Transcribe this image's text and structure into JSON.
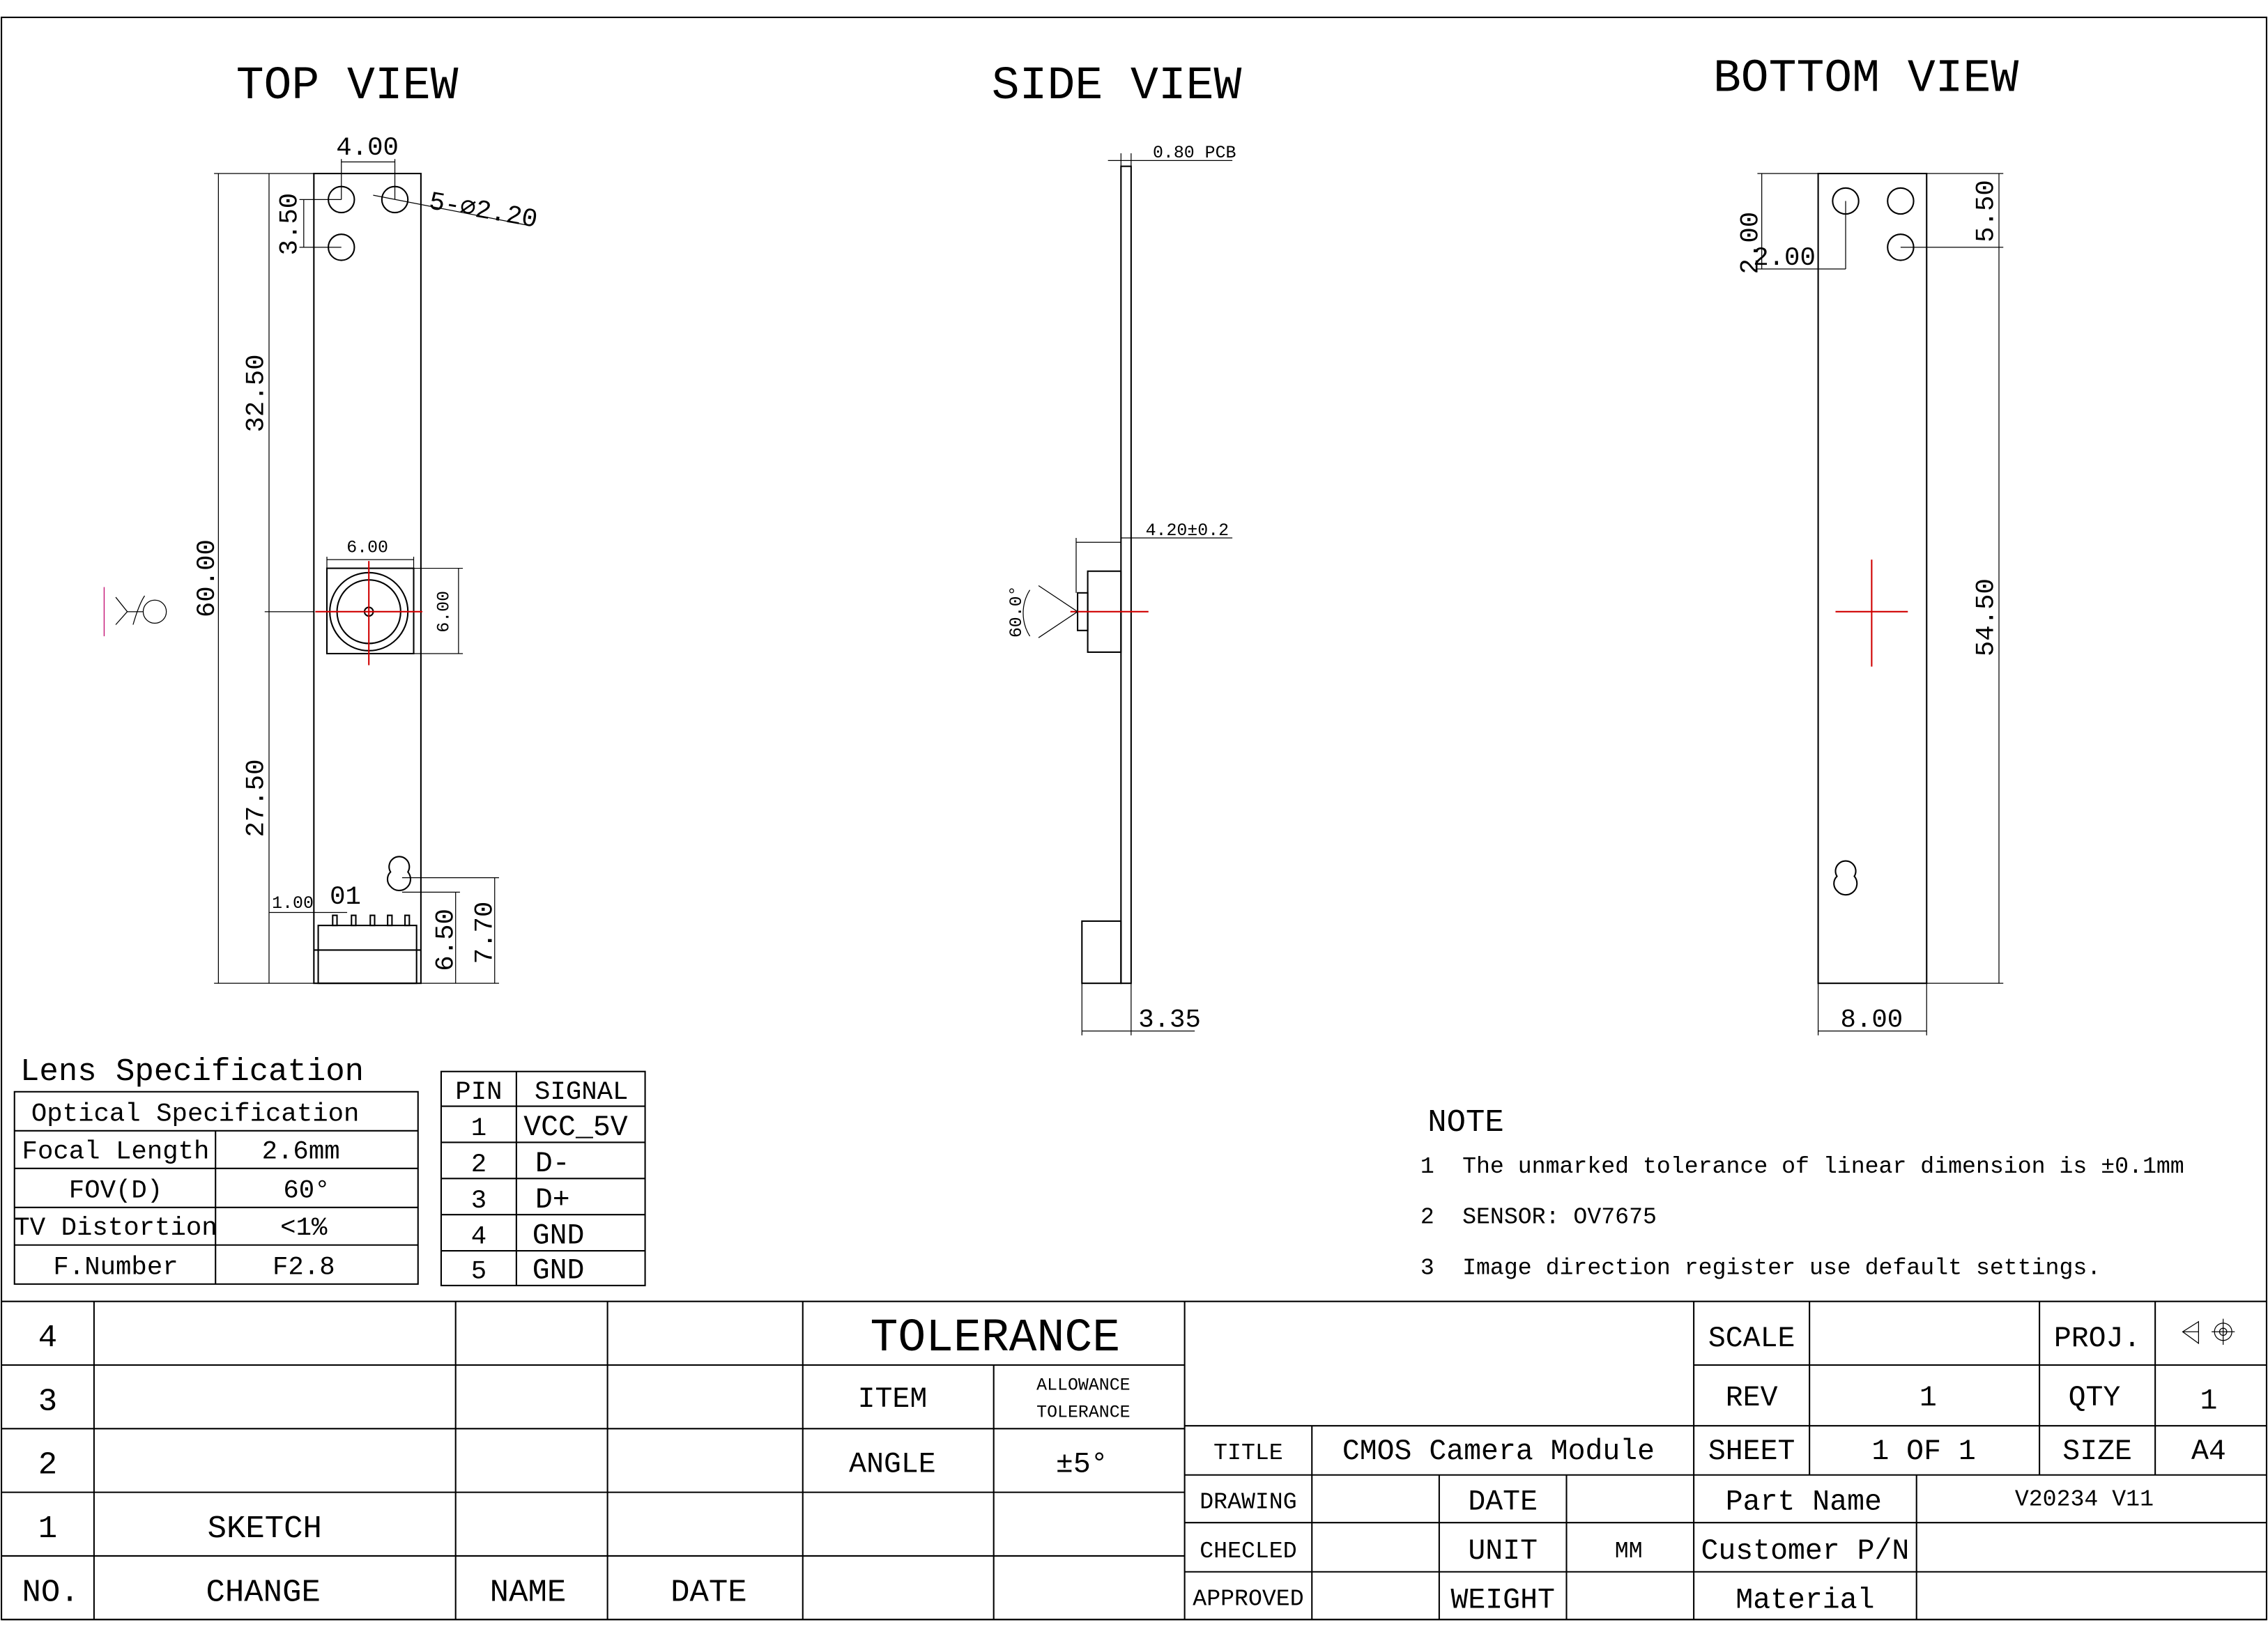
{
  "views": {
    "top": "TOP VIEW",
    "side": "SIDE VIEW",
    "bottom": "BOTTOM VIEW"
  },
  "top_dims": {
    "w400": "4.00",
    "holes": "5-⌀2.20",
    "d350": "3.50",
    "d3250": "32.50",
    "d6000": "60.00",
    "d2750": "27.50",
    "lens_w": "6.00",
    "lens_h": "6.00",
    "d100": "1.00",
    "pin1": "01",
    "d650": "6.50",
    "d770": "7.70"
  },
  "side_dims": {
    "pcb": "0.80 PCB",
    "lens_h": "4.20±0.2",
    "angle": "60.0°",
    "d335": "3.35"
  },
  "bottom_dims": {
    "d200a": "2.00",
    "d200b": "2.00",
    "d550": "5.50",
    "d5450": "54.50",
    "d800": "8.00"
  },
  "lens_spec": {
    "title": "Lens Specification",
    "header": "Optical Specification",
    "rows": [
      {
        "k": "Focal Length",
        "v": "2.6mm"
      },
      {
        "k": "FOV(D)",
        "v": "60°"
      },
      {
        "k": "TV Distortion",
        "v": "<1%"
      },
      {
        "k": "F.Number",
        "v": "F2.8"
      }
    ]
  },
  "pin_table": {
    "headers": [
      "PIN",
      "SIGNAL"
    ],
    "rows": [
      [
        "1",
        "VCC_5V"
      ],
      [
        "2",
        "D-"
      ],
      [
        "3",
        "D+"
      ],
      [
        "4",
        "GND"
      ],
      [
        "5",
        "GND"
      ]
    ]
  },
  "notes": {
    "title": "NOTE",
    "items": [
      {
        "n": "1",
        "t": "The unmarked tolerance of linear dimension is ±0.1mm"
      },
      {
        "n": "2",
        "t": "SENSOR: OV7675"
      },
      {
        "n": "3",
        "t": "Image direction register use default settings."
      }
    ]
  },
  "revisions": {
    "rows": [
      "4",
      "3",
      "2",
      "1"
    ],
    "row1_change": "SKETCH",
    "headers": {
      "no": "NO.",
      "change": "CHANGE",
      "name": "NAME",
      "date": "DATE"
    }
  },
  "tolerance": {
    "title": "TOLERANCE",
    "item": "ITEM",
    "allow1": "ALLOWANCE",
    "allow2": "TOLERANCE",
    "angle": "ANGLE",
    "angle_val": "±5°"
  },
  "title_block": {
    "scale": "SCALE",
    "proj": "PROJ.",
    "rev": "REV",
    "rev_val": "1",
    "qty": "QTY",
    "qty_val": "1",
    "title": "TITLE",
    "title_val": "CMOS  Camera Module",
    "sheet": "SHEET",
    "sheet_val": "1  OF  1",
    "size": "SIZE",
    "size_val": "A4",
    "drawing": "DRAWING",
    "date": "DATE",
    "part_name": "Part Name",
    "part_val": "V20234 V11",
    "checked": "CHECLED",
    "unit": "UNIT",
    "unit_val": "MM",
    "customer_pn": "Customer P/N",
    "approved": "APPROVED",
    "weight": "WEIGHT",
    "material": "Material"
  }
}
